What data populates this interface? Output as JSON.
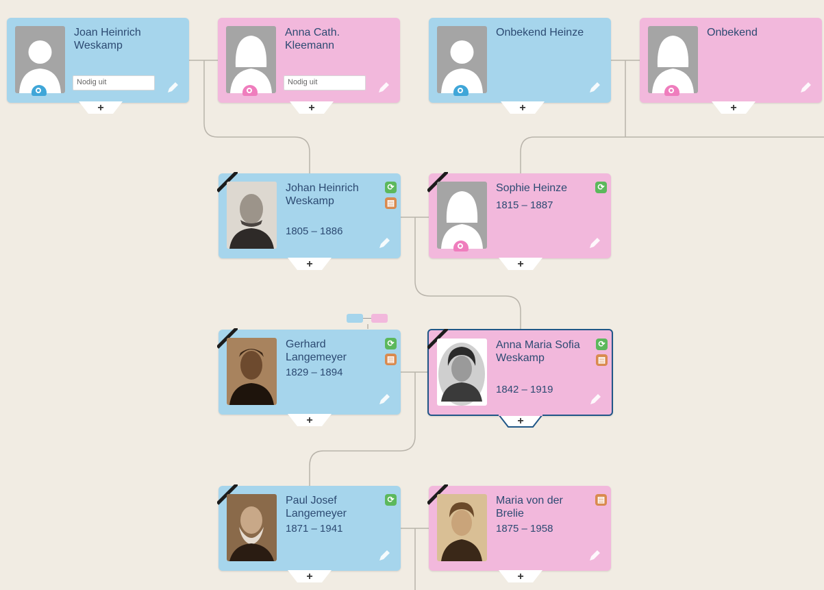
{
  "colors": {
    "background": "#f1ece3",
    "male_card": "#a6d5ec",
    "female_card": "#f2b8dc",
    "name_text": "#2c4a72",
    "selected_border": "#1f5687",
    "badge_green": "#5cb85c",
    "badge_orange": "#d98a4f"
  },
  "labels": {
    "nodig_uit": "Nodig uit",
    "expand": "+"
  },
  "people": {
    "joan": {
      "name": "Joan Heinrich Weskamp",
      "dates": "",
      "gender": "male",
      "invite": "Nodig uit"
    },
    "anna_cath": {
      "name": "Anna Cath. Kleemann",
      "dates": "",
      "gender": "female",
      "invite": "Nodig uit"
    },
    "onbekend_heinze": {
      "name": "Onbekend Heinze",
      "dates": "",
      "gender": "male"
    },
    "onbekend": {
      "name": "Onbekend",
      "dates": "",
      "gender": "female"
    },
    "johan": {
      "name": "Johan Heinrich Weskamp",
      "dates": "1805 – 1886",
      "gender": "male",
      "icons": [
        "sync-icon",
        "record-icon"
      ],
      "deceased": true
    },
    "sophie": {
      "name": "Sophie Heinze",
      "dates": "1815 – 1887",
      "gender": "female",
      "icons": [
        "sync-icon"
      ],
      "deceased": true
    },
    "gerhard": {
      "name": "Gerhard Langemeyer",
      "dates": "1829 – 1894",
      "gender": "male",
      "icons": [
        "sync-icon",
        "record-icon"
      ],
      "deceased": true
    },
    "anna_maria": {
      "name": "Anna Maria Sofia Weskamp",
      "dates": "1842 – 1919",
      "gender": "female",
      "icons": [
        "sync-icon",
        "record-icon"
      ],
      "deceased": true,
      "selected": true
    },
    "paul": {
      "name": "Paul Josef Langemeyer",
      "dates": "1871 – 1941",
      "gender": "male",
      "icons": [
        "sync-icon"
      ],
      "deceased": true
    },
    "maria": {
      "name": "Maria von der Brelie",
      "dates": "1875 – 1958",
      "gender": "female",
      "icons": [
        "record-icon"
      ],
      "deceased": true
    }
  }
}
